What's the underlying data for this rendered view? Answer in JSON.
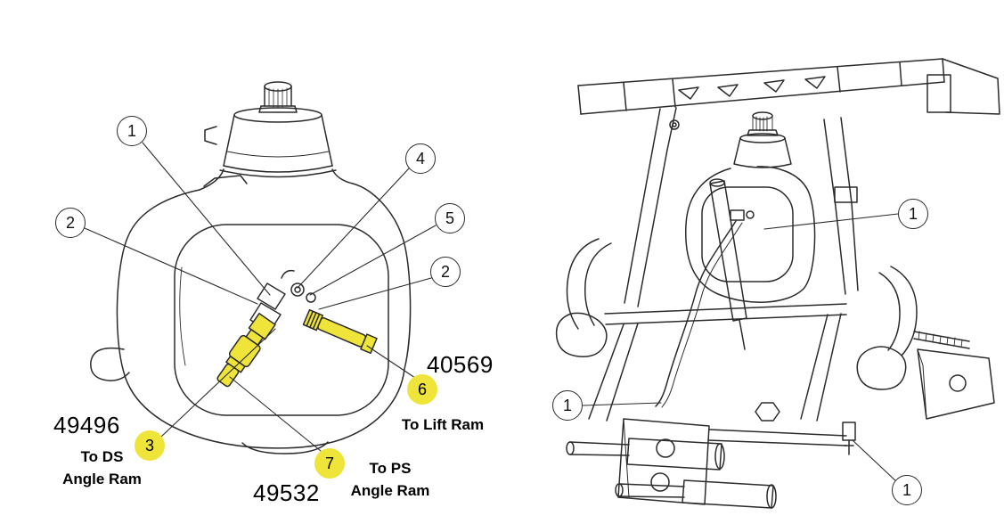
{
  "colors": {
    "highlight_yellow": "#EFE439",
    "line_black": "#2B2B2B"
  },
  "left_view": {
    "description": "Hydraulic reservoir with hose fittings, exploded detail",
    "callouts": [
      {
        "label": "1",
        "highlighted": false
      },
      {
        "label": "2",
        "highlighted": false
      },
      {
        "label": "4",
        "highlighted": false
      },
      {
        "label": "5",
        "highlighted": false
      },
      {
        "label": "2",
        "highlighted": false
      },
      {
        "label": "6",
        "highlighted": true
      },
      {
        "label": "3",
        "highlighted": true
      },
      {
        "label": "7",
        "highlighted": true
      }
    ],
    "labels": {
      "ds": {
        "number": "49496",
        "caption1": "To DS",
        "caption2": "Angle Ram"
      },
      "lift": {
        "number": "40569",
        "caption1": "To Lift Ram"
      },
      "ps": {
        "number": "49532",
        "caption1": "To PS",
        "caption2": "Angle Ram"
      }
    }
  },
  "right_view": {
    "description": "Plow A-frame assembly with reservoir and hose routing",
    "callouts": [
      {
        "label": "1"
      },
      {
        "label": "1"
      },
      {
        "label": "1"
      }
    ]
  }
}
